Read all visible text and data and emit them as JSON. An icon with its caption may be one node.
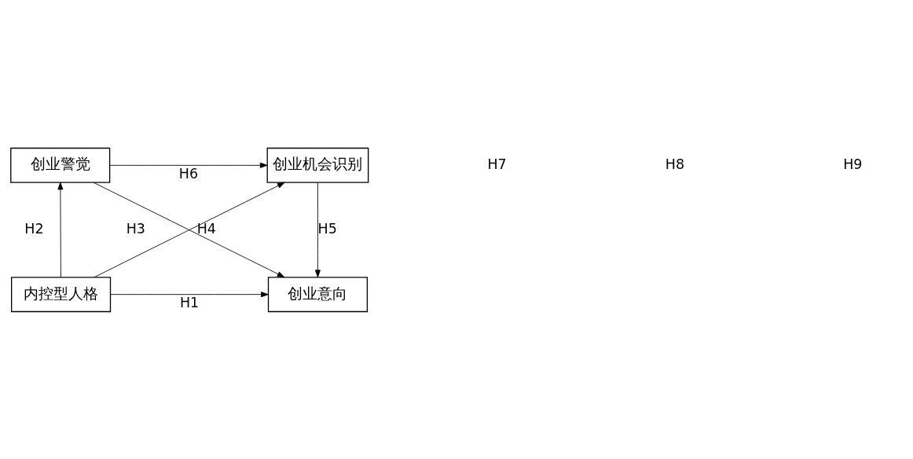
{
  "diagram": {
    "nodes": [
      {
        "text": [
          "创业警觉"
        ]
      },
      {
        "text": [
          "创业机会识别"
        ]
      },
      {
        "text": [
          "内控型人格"
        ]
      },
      {
        "text": [
          "创业意向"
        ]
      }
    ],
    "edges": [
      {
        "from": 0,
        "to": 1,
        "arrow": "to",
        "label": "H6"
      },
      {
        "from": 2,
        "to": 0,
        "arrow": "to",
        "label": "H2"
      },
      {
        "from": 2,
        "to": 1,
        "arrow": "to",
        "label": "H3"
      },
      {
        "from": 0,
        "to": 3,
        "arrow": "to",
        "label": "H4"
      },
      {
        "from": 1,
        "to": 3,
        "arrow": "to",
        "label": "H5"
      },
      {
        "from": 2,
        "to": 3,
        "arrow": "to",
        "label": "H1"
      }
    ],
    "labels": [
      "H7",
      "H8",
      "H9"
    ]
  }
}
